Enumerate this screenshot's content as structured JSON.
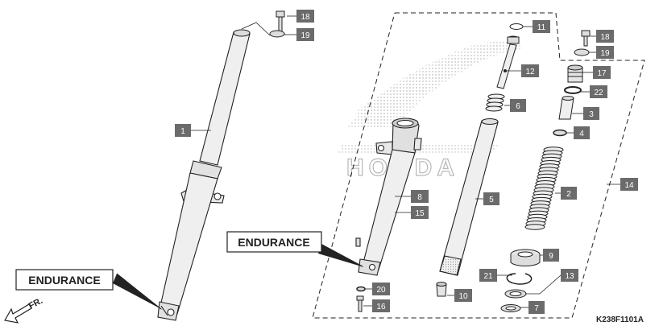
{
  "labels": {
    "endurance_left": "ENDURANCE",
    "endurance_right": "ENDURANCE",
    "direction": "FR.",
    "code": "K238F1101A",
    "brand_watermark": "HONDA"
  },
  "callouts": {
    "c18a": "18",
    "c19a": "19",
    "c1": "1",
    "c11": "11",
    "c12": "12",
    "c6": "6",
    "c5": "5",
    "c8": "8",
    "c15": "15",
    "c9": "9",
    "c21": "21",
    "c13": "13",
    "c10": "10",
    "c20": "20",
    "c16": "16",
    "c7": "7",
    "c18b": "18",
    "c19b": "19",
    "c17": "17",
    "c22": "22",
    "c3": "3",
    "c4": "4",
    "c2": "2",
    "c14": "14"
  },
  "colors": {
    "callout_fill": "#6b6b6b",
    "callout_text": "#ffffff",
    "line": "#222222",
    "part_fill": "#e6e6e6",
    "watermark": "#b8b8b8"
  }
}
